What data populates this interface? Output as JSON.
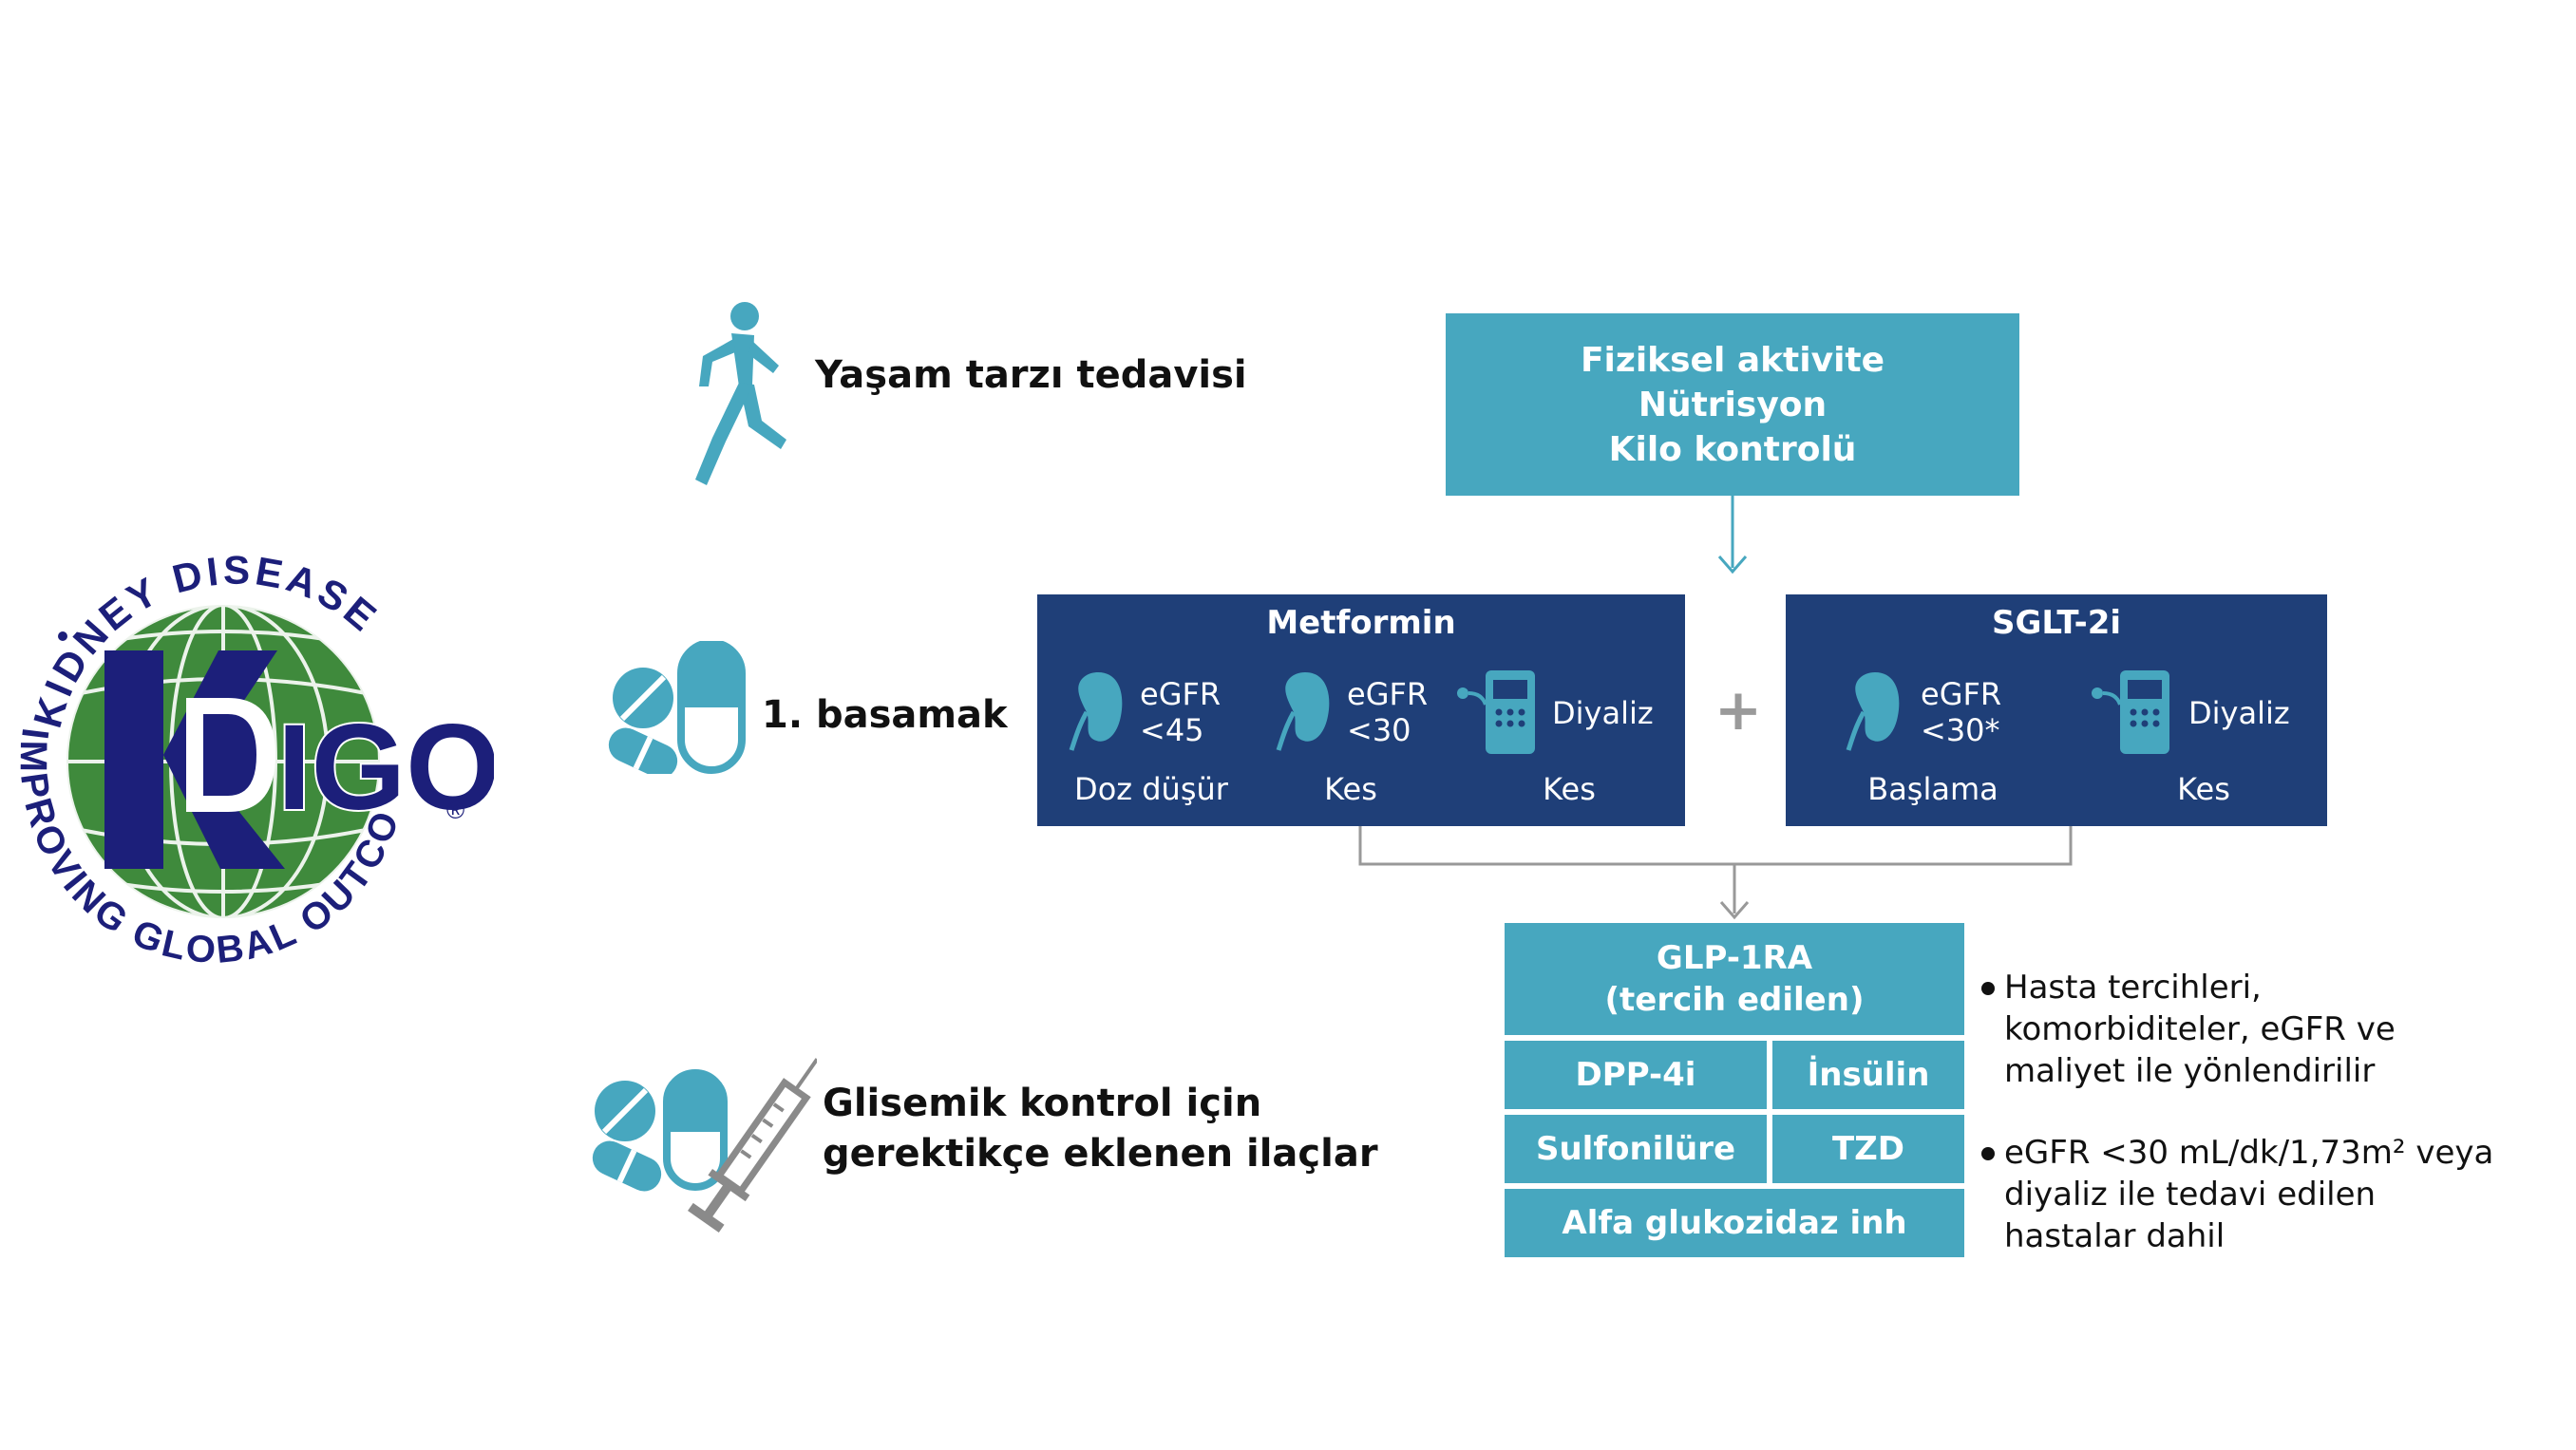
{
  "logo": {
    "arc_top": "KIDNEY DISEASE",
    "arc_bottom": "IMPROVING GLOBAL OUTCOMES",
    "wordmark_k": "K",
    "wordmark_rest": "DIGO",
    "registered": "®"
  },
  "rows": {
    "lifestyle": {
      "label": "Yaşam tarzı tedavisi",
      "icon": "runner-icon"
    },
    "first_line": {
      "label": "1. basamak",
      "icon": "pills-icon"
    },
    "glycemic": {
      "label_line1": "Glisemik kontrol için",
      "label_line2": "gerektikçe eklenen ilaçlar",
      "icon": "pills-syringe-icon"
    }
  },
  "lifestyle_box": {
    "line1": "Fiziksel aktivite",
    "line2": "Nütrisyon",
    "line3": "Kilo kontrolü"
  },
  "metformin": {
    "title": "Metformin",
    "cells": [
      {
        "line1": "eGFR",
        "line2": "<45",
        "action": "Doz düşür",
        "icon": "kidney-icon"
      },
      {
        "line1": "eGFR",
        "line2": "<30",
        "action": "Kes",
        "icon": "kidney-icon"
      },
      {
        "line1": "Diyaliz",
        "line2": "",
        "action": "Kes",
        "icon": "dialysis-machine-icon"
      }
    ]
  },
  "plus": "+",
  "sglt2": {
    "title": "SGLT-2i",
    "cells": [
      {
        "line1": "eGFR",
        "line2": "<30*",
        "action": "Başlama",
        "icon": "kidney-icon"
      },
      {
        "line1": "Diyaliz",
        "line2": "",
        "action": "Kes",
        "icon": "dialysis-machine-icon"
      }
    ]
  },
  "addons": {
    "glp1_line1": "GLP-1RA",
    "glp1_line2": "(tercih edilen)",
    "dpp4": "DPP-4i",
    "insulin": "İnsülin",
    "sulfonylurea": "Sulfonilüre",
    "tzd": "TZD",
    "alpha": "Alfa glukozidaz inh"
  },
  "notes": {
    "b1_l1": "Hasta tercihleri,",
    "b1_l2": "komorbiditeler, eGFR ve",
    "b1_l3": "maliyet ile yönlendirilir",
    "b2_l1": "eGFR <30 mL/dk/1,73m² veya",
    "b2_l2": "diyaliz ile tedavi edilen",
    "b2_l3": "hastalar dahil"
  },
  "colors": {
    "teal": "#47a7bf",
    "navy": "#1f3f78",
    "logo_green": "#3f8a3c",
    "logo_blue": "#1c1f7a",
    "connector": "#999999"
  }
}
